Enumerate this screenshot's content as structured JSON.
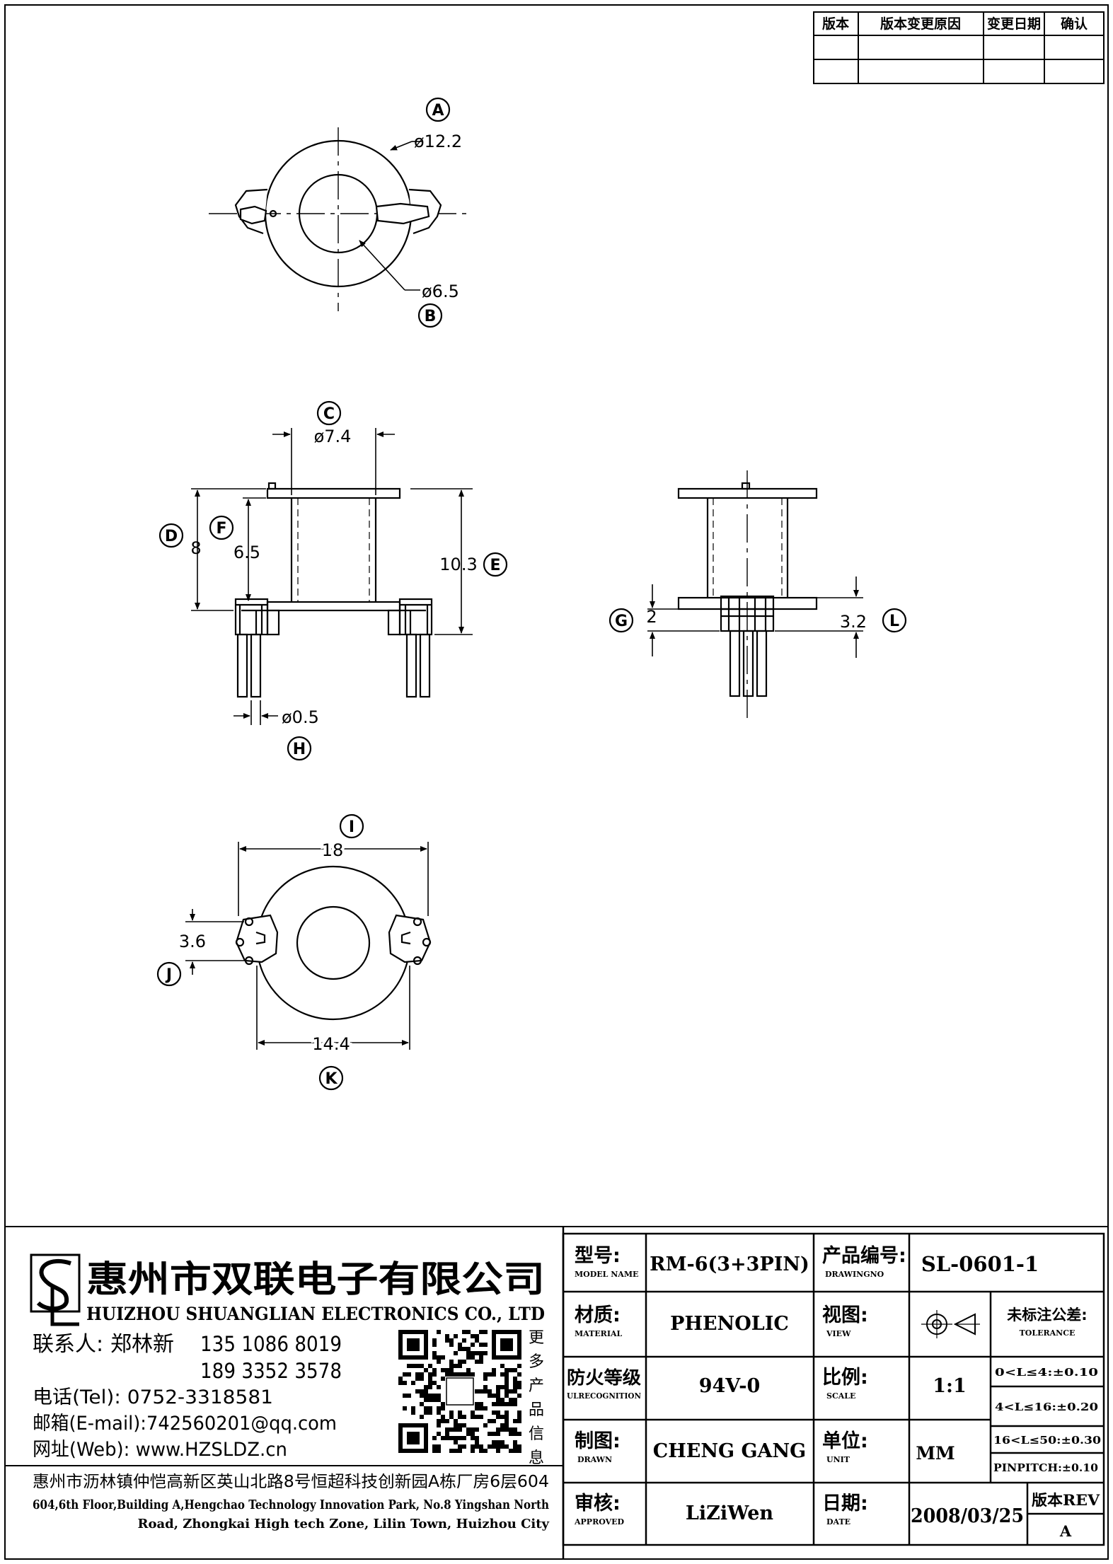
{
  "revision_table": {
    "headers": [
      "版本",
      "版本变更原因",
      "变更日期",
      "确认"
    ]
  },
  "dimensions": {
    "A": "ø12.2",
    "B": "ø6.5",
    "C": "ø7.4",
    "D": "8",
    "E": "10.3",
    "F": "6.5",
    "G": "2",
    "H": "ø0.5",
    "I": "18",
    "J": "3.6",
    "K": "14.4",
    "L": "3.2"
  },
  "callouts": [
    "A",
    "B",
    "C",
    "D",
    "E",
    "F",
    "G",
    "H",
    "I",
    "J",
    "K",
    "L"
  ],
  "company": {
    "name_cn": "惠州市双联电子有限公司",
    "name_en": "HUIZHOU SHUANGLIAN ELECTRONICS CO., LTD",
    "contact_label": "联系人:",
    "contact_name": "郑林新",
    "phone1": "135 1086 8019",
    "phone2": "189 3352 3578",
    "tel": "电话(Tel): 0752-3318581",
    "email": "邮箱(E-mail):742560201@qq.com",
    "web": "网址(Web): www.HZSLDZ.cn",
    "qr_caption": [
      "更",
      "多",
      "产",
      "品",
      "信",
      "息"
    ],
    "address_cn": "惠州市沥林镇仲恺高新区英山北路8号恒超科技创新园A栋厂房6层604",
    "address_en_1": "604,6th Floor,Building A,Hengchao Technology Innovation Park, No.8 Yingshan North",
    "address_en_2": "Road, Zhongkai High tech Zone, Lilin Town, Huizhou City"
  },
  "title_block": {
    "model_label": "型号:",
    "model_sub": "MODEL NAME",
    "model_value": "RM-6(3+3PIN)",
    "drawing_label": "产品编号:",
    "drawing_sub": "DRAWINGNO",
    "drawing_value": "SL-0601-1",
    "material_label": "材质:",
    "material_sub": "MATERIAL",
    "material_value": "PHENOLIC",
    "view_label": "视图:",
    "view_sub": "VIEW",
    "tolerance_label": "未标注公差:",
    "tolerance_sub": "TOLERANCE",
    "tolerances": [
      "0<L≤4:±0.10",
      "4<L≤16:±0.20",
      "16<L≤50:±0.30",
      "PINPITCH:±0.10"
    ],
    "fire_label": "防火等级",
    "fire_sub": "ULRECOGNITION",
    "fire_value": "94V-0",
    "scale_label": "比例:",
    "scale_sub": "SCALE",
    "scale_value": "1:1",
    "drawn_label": "制图:",
    "drawn_sub": "DRAWN",
    "drawn_value": "CHENG GANG",
    "unit_label": "单位:",
    "unit_sub": "UNIT",
    "unit_value": "MM",
    "approved_label": "审核:",
    "approved_sub": "APPROVED",
    "approved_value": "LiZiWen",
    "date_label": "日期:",
    "date_sub": "DATE",
    "date_value": "2008/03/25",
    "rev_label": "版本REV",
    "rev_value": "A"
  }
}
